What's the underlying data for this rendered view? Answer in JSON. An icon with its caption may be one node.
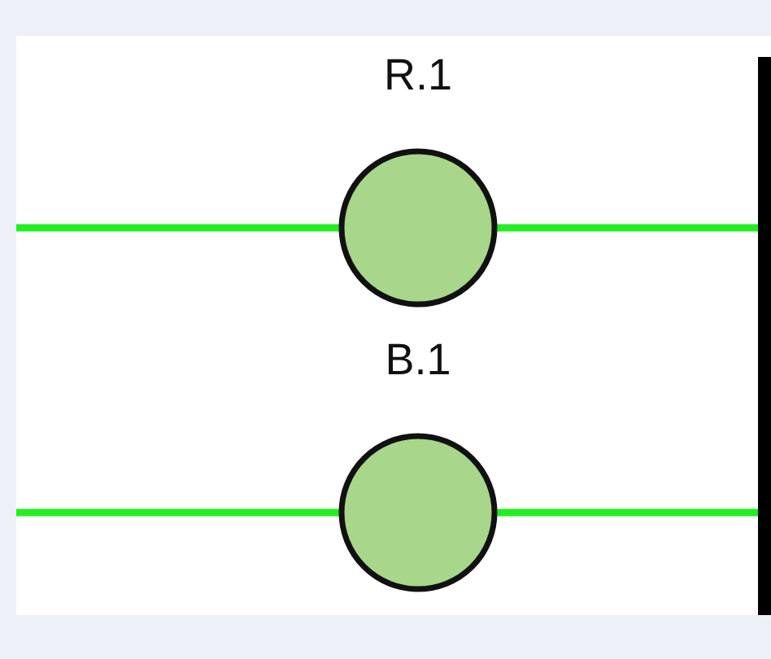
{
  "diagram": {
    "nodes": [
      {
        "text": [
          "R.1"
        ]
      },
      {
        "text": [
          "B.1"
        ]
      },
      {
        "text": [],
        "shape": "bar"
      }
    ],
    "edges": [
      {
        "from": null,
        "to": 0,
        "arrow": "none"
      },
      {
        "from": 0,
        "to": 2,
        "arrow": "none"
      },
      {
        "from": null,
        "to": 1,
        "arrow": "none"
      },
      {
        "from": 1,
        "to": 2,
        "arrow": "none"
      }
    ]
  }
}
